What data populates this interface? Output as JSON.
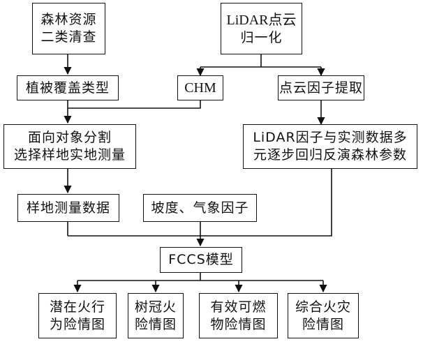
{
  "nodes": {
    "forest_survey": [
      "森林资源",
      "二类清查"
    ],
    "lidar_norm": [
      "LiDAR点云",
      "归一化"
    ],
    "veg_type": "植被覆盖类型",
    "chm": "CHM",
    "pc_factor": "点云因子提取",
    "obj_seg": [
      "面向对象分割",
      "选择样地实地测量"
    ],
    "inversion": [
      "LiDAR因子与实测数据多",
      "元逐步回归反演森林参数"
    ],
    "plot_data": "样地测量数据",
    "slope_weather": "坡度、气象因子",
    "fccs": "FCCS模型",
    "out1": [
      "潜在火行",
      "为险情图"
    ],
    "out2": [
      "树冠火",
      "险情图"
    ],
    "out3": [
      "有效可燃",
      "物险情图"
    ],
    "out4": [
      "综合火灾",
      "险情图"
    ]
  }
}
